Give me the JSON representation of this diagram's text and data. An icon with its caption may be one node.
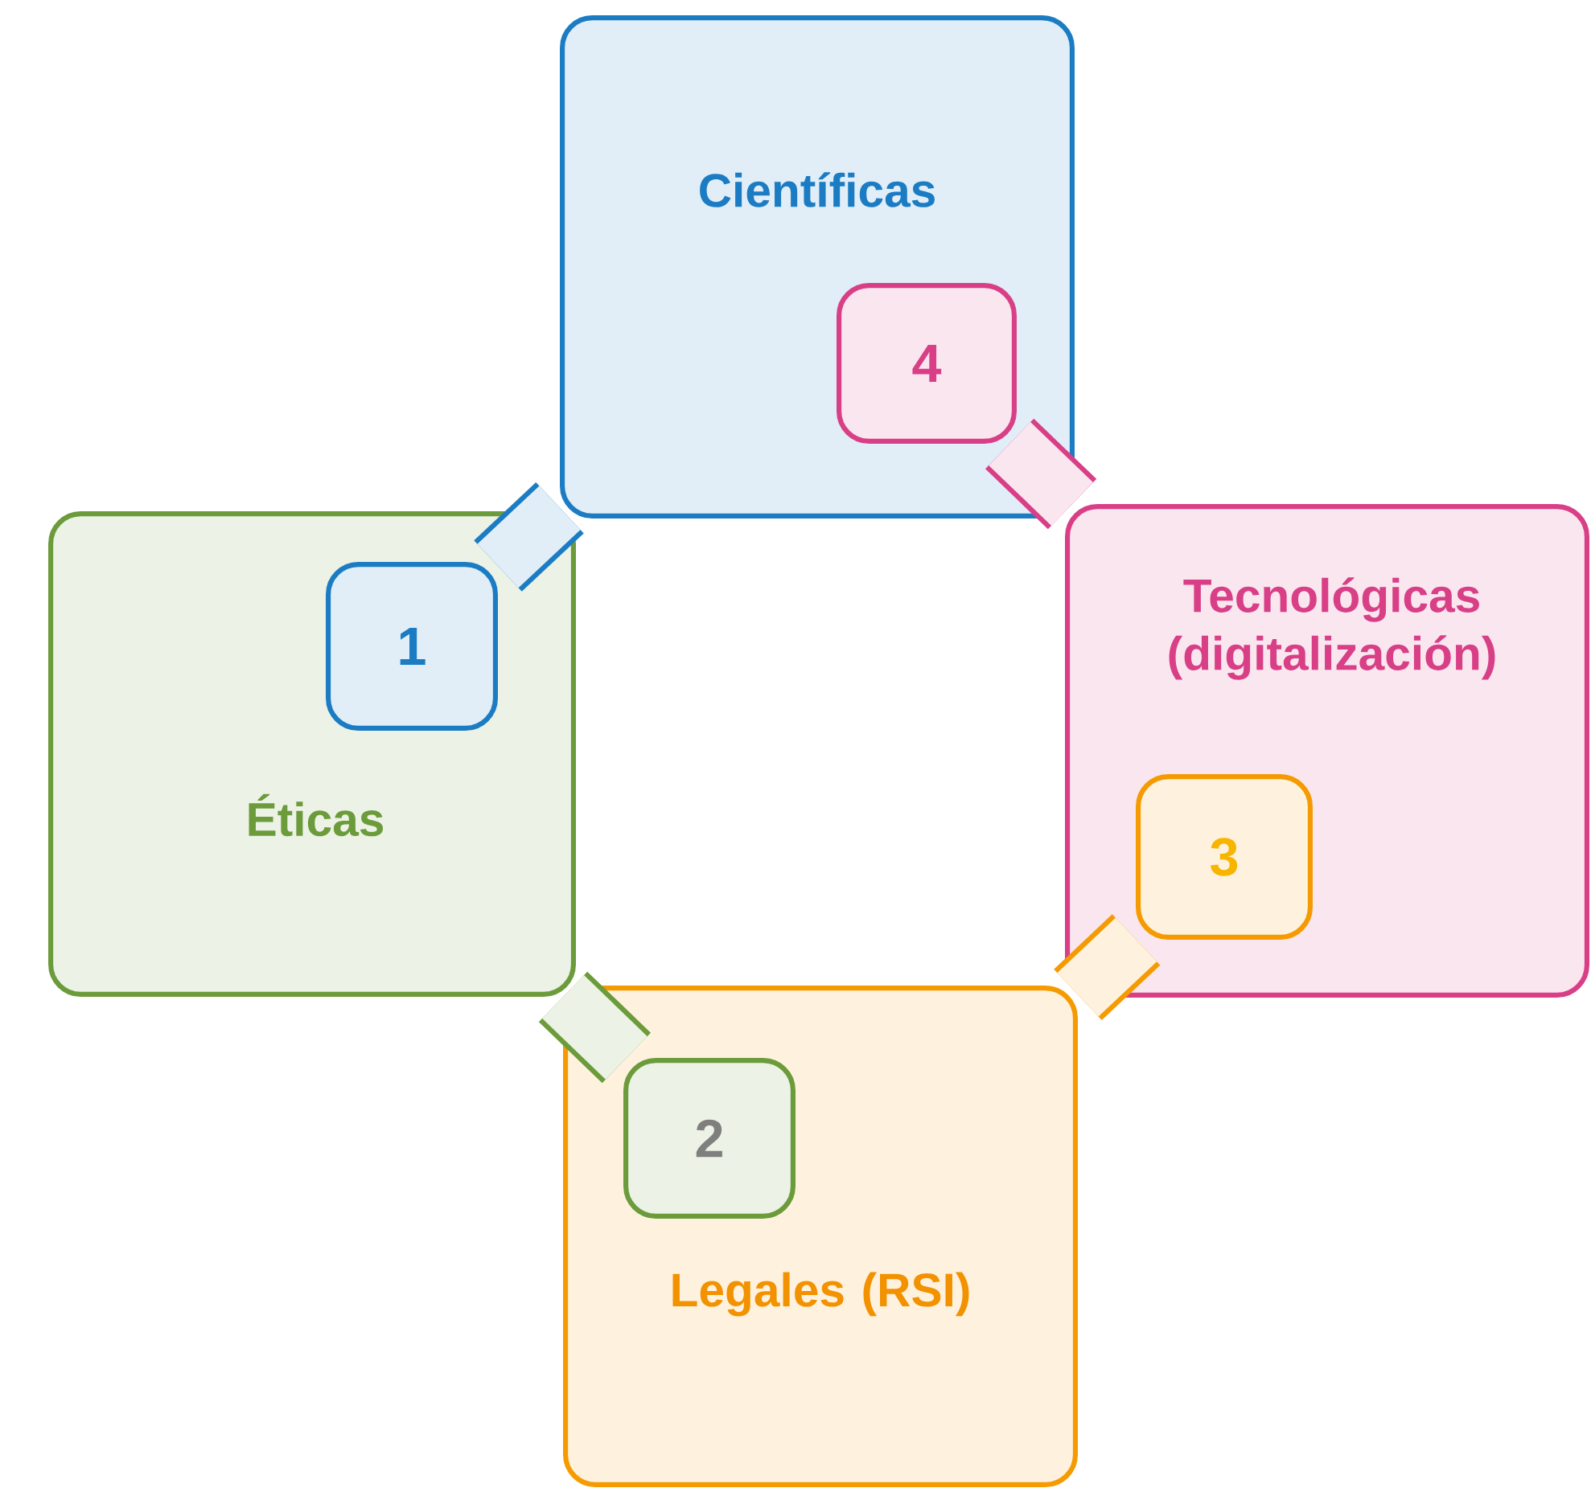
{
  "diagram": {
    "nodes": [
      {
        "text": [
          "Científicas"
        ]
      },
      {
        "text": [
          "Éticas"
        ]
      },
      {
        "text": [
          "Tecnológicas (digitalización)"
        ]
      },
      {
        "text": [
          "Legales (RSI)"
        ]
      },
      {
        "text": [
          "1"
        ],
        "in": 1
      },
      {
        "text": [
          "2"
        ],
        "in": 3
      },
      {
        "text": [
          "3"
        ],
        "in": 2
      },
      {
        "text": [
          "4"
        ],
        "in": 0
      }
    ],
    "edges": [
      {
        "from": 0,
        "to": 4,
        "arrow": "none",
        "color": "#1b7cc4"
      },
      {
        "from": 1,
        "to": 5,
        "arrow": "none",
        "color": "#6b9b3a"
      },
      {
        "from": 3,
        "to": 6,
        "arrow": "none",
        "color": "#f59a00"
      },
      {
        "from": 2,
        "to": 7,
        "arrow": "none",
        "color": "#d83f86"
      }
    ]
  }
}
